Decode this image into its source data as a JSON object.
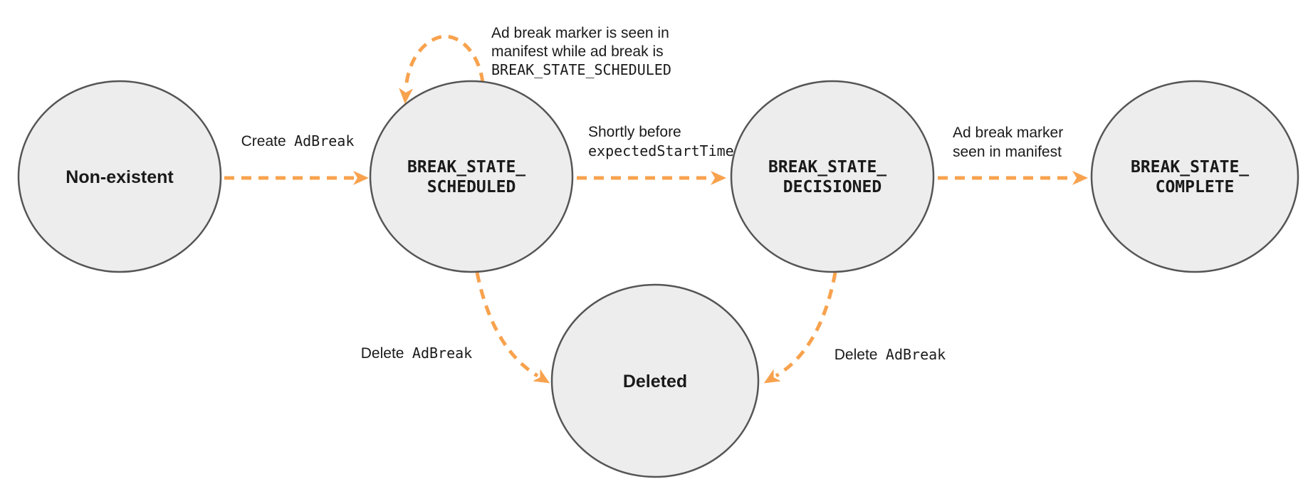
{
  "diagram": {
    "type": "state-machine",
    "nodes": [
      {
        "id": "non-existent",
        "lines": [
          "Non-existent"
        ]
      },
      {
        "id": "break-state-scheduled",
        "lines": [
          "BREAK_STATE_",
          "SCHEDULED"
        ]
      },
      {
        "id": "break-state-decisioned",
        "lines": [
          "BREAK_STATE_",
          "DECISIONED"
        ]
      },
      {
        "id": "break-state-complete",
        "lines": [
          "BREAK_STATE_",
          "COMPLETE"
        ]
      },
      {
        "id": "deleted",
        "lines": [
          "Deleted"
        ]
      }
    ],
    "edges": {
      "create": {
        "plain": "Create",
        "code": "AdBreak"
      },
      "scheduled_self_loop": {
        "lines": [
          "Ad break marker is seen in",
          "manifest while ad break is"
        ],
        "code_line": "BREAK_STATE_SCHEDULED"
      },
      "to_decisioned": {
        "plain": "Shortly before",
        "code_line": "expectedStartTime"
      },
      "to_complete": {
        "lines": [
          "Ad break marker",
          "seen in manifest"
        ]
      },
      "delete_from_scheduled": {
        "plain": "Delete",
        "code": "AdBreak"
      },
      "delete_from_decisioned": {
        "plain": "Delete",
        "code": "AdBreak"
      }
    },
    "colors": {
      "arrow": "#F8A24E",
      "node_fill": "#EDEDED",
      "node_border": "#555555",
      "label_text": "#1A1A1A",
      "background": "#FFFFFF"
    }
  }
}
